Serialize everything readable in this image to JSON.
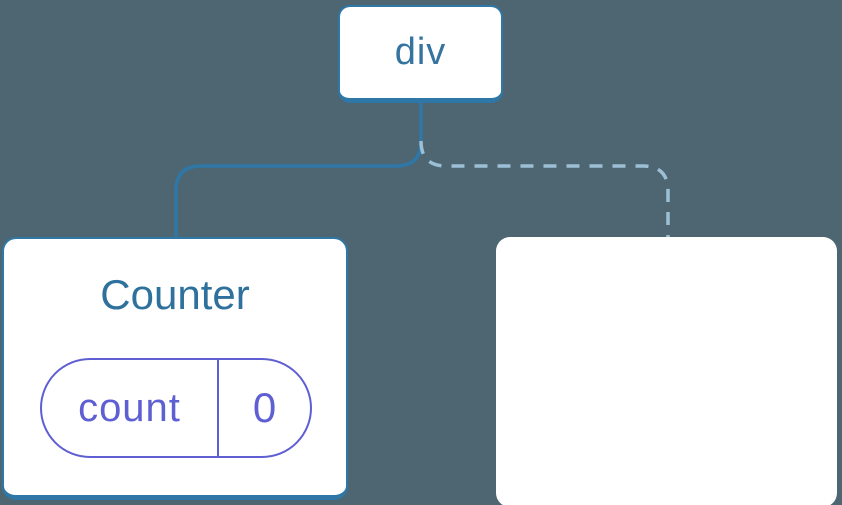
{
  "diagram": {
    "description": "React render tree: div parent keeps Counter child with preserved state, second child removed (poof)",
    "root": {
      "label": "div"
    },
    "children": [
      {
        "type": "component",
        "title": "Counter",
        "connection": "solid",
        "state": {
          "key": "count",
          "value": "0"
        }
      },
      {
        "type": "removed",
        "connection": "dashed",
        "icon": "poof-icon"
      }
    ]
  },
  "colors": {
    "background": "#4d6672",
    "card_bg": "#ffffff",
    "tree_line": "#2e77a6",
    "tree_line_dashed": "#9dbfd6",
    "node_text": "#35749e",
    "title_text": "#2e719d",
    "state_accent": "#5f5fd4",
    "poof": "#f8b763"
  }
}
